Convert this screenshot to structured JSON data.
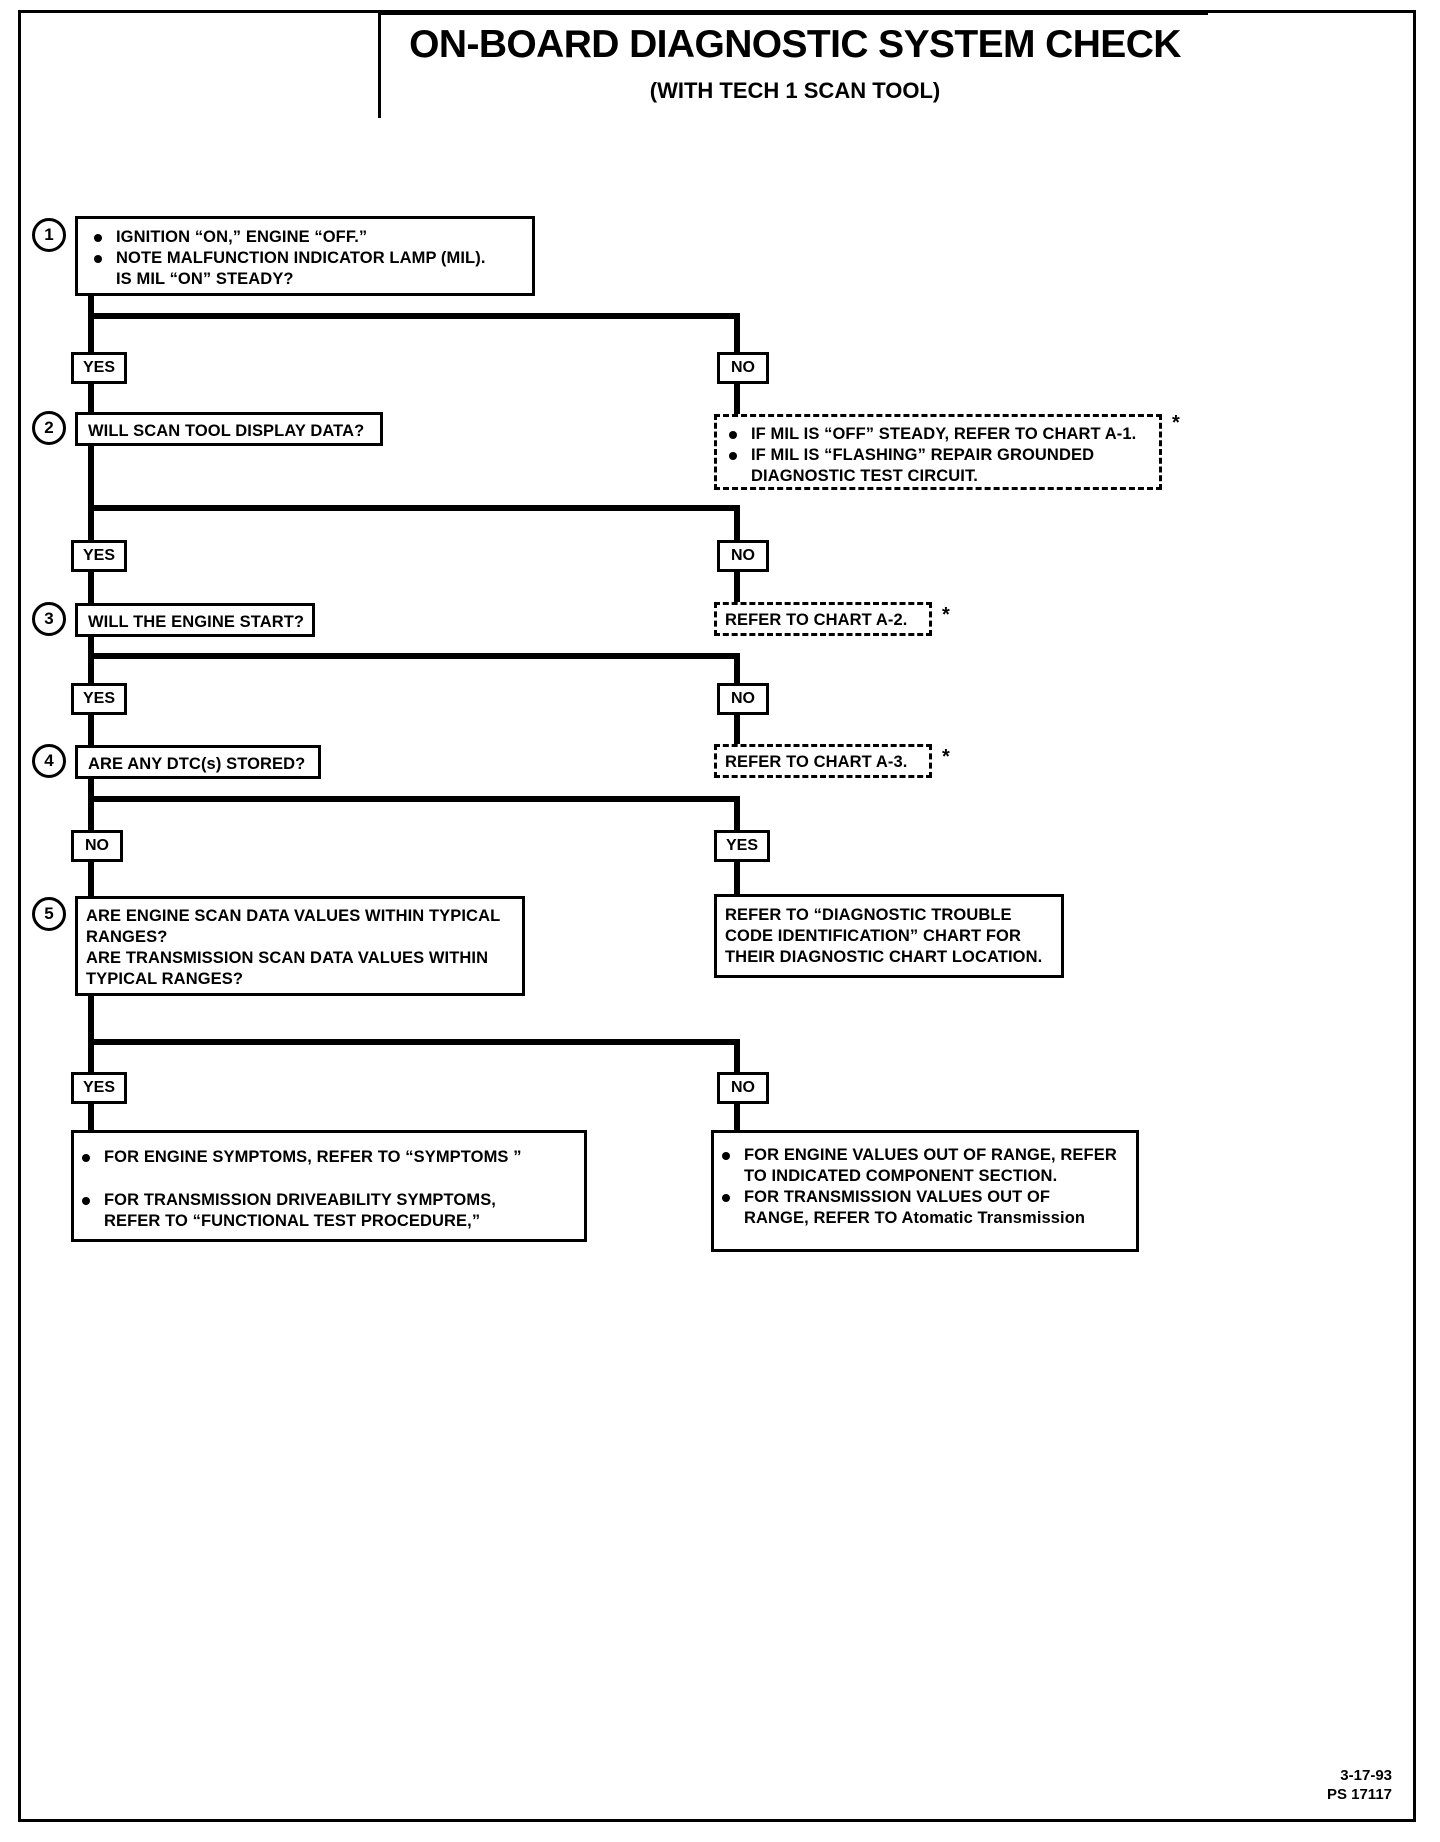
{
  "header": {
    "title": "ON-BOARD DIAGNOSTIC SYSTEM CHECK",
    "subtitle": "(WITH TECH 1 SCAN TOOL)"
  },
  "labels": {
    "yes": "YES",
    "no": "NO",
    "star": "*"
  },
  "steps": [
    {
      "number": "1",
      "lines": [
        "IGNITION “ON,” ENGINE “OFF.”",
        "NOTE MALFUNCTION INDICATOR LAMP (MIL).",
        "IS MIL “ON” STEADY?"
      ]
    },
    {
      "number": "2",
      "text": "WILL SCAN TOOL DISPLAY DATA?"
    },
    {
      "number": "3",
      "text": "WILL THE ENGINE START?"
    },
    {
      "number": "4",
      "text": "ARE ANY DTC(s) STORED?"
    },
    {
      "number": "5",
      "lines": [
        "ARE ENGINE SCAN DATA VALUES WITHIN TYPICAL",
        "RANGES?",
        "ARE TRANSMISSION SCAN DATA VALUES WITHIN",
        "TYPICAL RANGES?"
      ]
    }
  ],
  "branches": {
    "step1_no": {
      "bullet1": "IF MIL IS “OFF” STEADY, REFER TO CHART A-1.",
      "bullet2_line1": "IF MIL IS “FLASHING” REPAIR GROUNDED",
      "bullet2_line2": "DIAGNOSTIC TEST CIRCUIT."
    },
    "step2_no": {
      "text": "REFER TO CHART A-2."
    },
    "step3_no": {
      "text": "REFER TO CHART A-3."
    },
    "step4_yes": {
      "line1": "REFER TO “DIAGNOSTIC TROUBLE",
      "line2": "CODE IDENTIFICATION” CHART FOR",
      "line3": "THEIR DIAGNOSTIC CHART LOCATION."
    },
    "step5_yes": {
      "bullet1": "FOR ENGINE SYMPTOMS, REFER TO “SYMPTOMS ”",
      "bullet2_line1": "FOR TRANSMISSION DRIVEABILITY SYMPTOMS,",
      "bullet2_line2": "REFER TO “FUNCTIONAL TEST PROCEDURE,”"
    },
    "step5_no": {
      "bullet1_line1": "FOR ENGINE VALUES OUT OF RANGE, REFER",
      "bullet1_line2": "TO INDICATED COMPONENT SECTION.",
      "bullet2_line1": "FOR TRANSMISSION VALUES OUT OF",
      "bullet2_line2": "RANGE, REFER TO Atomatic Transmission"
    }
  },
  "footer": {
    "date": "3-17-93",
    "code": "PS 17117"
  }
}
